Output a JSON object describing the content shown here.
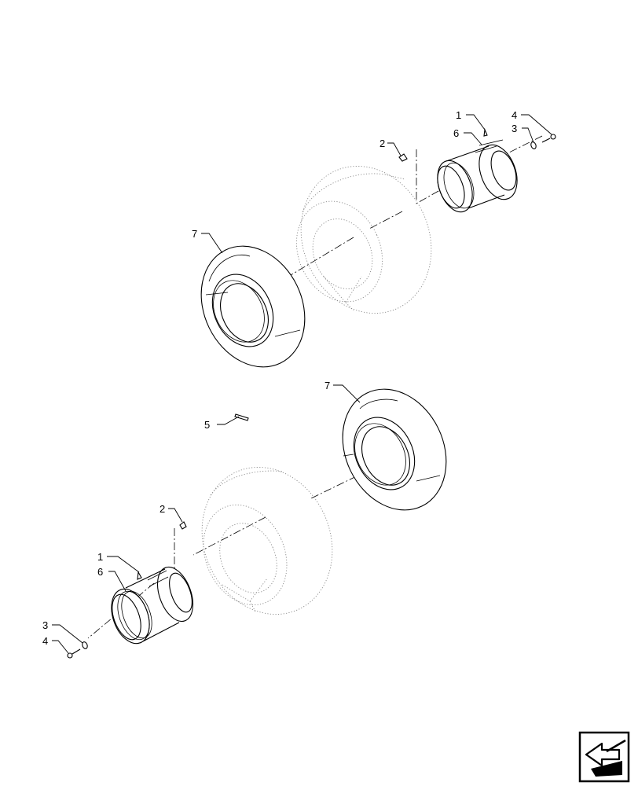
{
  "callouts": {
    "upper": {
      "rim_valve": "1",
      "valve_cap": "2",
      "rim_nut": "3",
      "rim_bolt": "4",
      "rim": "6",
      "tire": "7"
    },
    "middle": {
      "pin": "5"
    },
    "lower": {
      "tire": "7",
      "valve_cap": "2",
      "rim_valve": "1",
      "rim": "6",
      "rim_nut": "3",
      "rim_bolt": "4"
    }
  },
  "icons": {
    "navigation": "next-page-arrow-icon"
  }
}
